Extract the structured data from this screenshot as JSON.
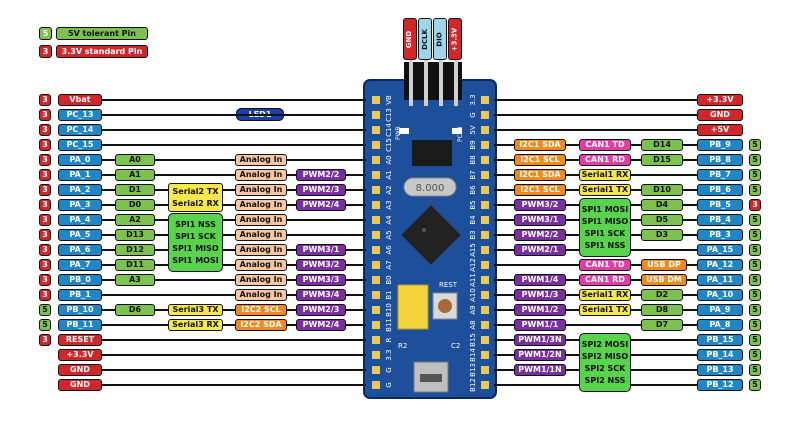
{
  "colors": {
    "red": "#d2262a",
    "blue": "#1f86c8",
    "green": "#7ec24e",
    "darkgreen": "#3c9b3c",
    "purple": "#7a2fa0",
    "peach": "#f6c7a2",
    "yellow": "#f6e84a",
    "orange": "#f08a1c",
    "magenta": "#e23ca6",
    "navy": "#1b3fa8",
    "brightgreen": "#58d34c",
    "lightblue": "#9fd4ea",
    "board": "#1d4f9a"
  },
  "legend": [
    {
      "num": "5",
      "text": "5V tolerant Pin",
      "color": "green"
    },
    {
      "num": "3",
      "text": "3.3V standard Pin",
      "color": "red"
    }
  ],
  "swd": [
    "GND",
    "DCLK",
    "DIO",
    "+3.3V"
  ],
  "led_label": "LED1",
  "left_rows": [
    {
      "v": "3",
      "pin": "Vbat",
      "pin_color": "red"
    },
    {
      "v": "3",
      "pin": "PC_13",
      "pin_color": "blue"
    },
    {
      "v": "3",
      "pin": "PC_14",
      "pin_color": "blue"
    },
    {
      "v": "3",
      "pin": "PC_15",
      "pin_color": "blue"
    },
    {
      "v": "3",
      "pin": "PA_0",
      "pin_color": "blue",
      "arduino": "A0",
      "analog": "Analog In"
    },
    {
      "v": "3",
      "pin": "PA_1",
      "pin_color": "blue",
      "arduino": "A1",
      "analog": "Analog In",
      "pwm": "PWM2/2"
    },
    {
      "v": "3",
      "pin": "PA_2",
      "pin_color": "blue",
      "arduino": "D1",
      "analog": "Analog In",
      "pwm": "PWM2/3"
    },
    {
      "v": "3",
      "pin": "PA_3",
      "pin_color": "blue",
      "arduino": "D0",
      "analog": "Analog In",
      "pwm": "PWM2/4"
    },
    {
      "v": "3",
      "pin": "PA_4",
      "pin_color": "blue",
      "arduino": "A2",
      "analog": "Analog In"
    },
    {
      "v": "3",
      "pin": "PA_5",
      "pin_color": "blue",
      "arduino": "D13",
      "analog": "Analog In"
    },
    {
      "v": "3",
      "pin": "PA_6",
      "pin_color": "blue",
      "arduino": "D12",
      "analog": "Analog In",
      "pwm": "PWM3/1"
    },
    {
      "v": "3",
      "pin": "PA_7",
      "pin_color": "blue",
      "arduino": "D11",
      "analog": "Analog In",
      "pwm": "PWM3/2"
    },
    {
      "v": "3",
      "pin": "PB_0",
      "pin_color": "blue",
      "arduino": "A3",
      "analog": "Analog In",
      "pwm": "PWM3/3"
    },
    {
      "v": "3",
      "pin": "PB_1",
      "pin_color": "blue",
      "analog": "Analog In",
      "pwm": "PWM3/4"
    },
    {
      "v": "5",
      "pin": "PB_10",
      "pin_color": "blue",
      "arduino": "D6",
      "serial": "Serial3 TX",
      "i2c": "I2C2 SCL",
      "pwm": "PWM2/3"
    },
    {
      "v": "5",
      "pin": "PB_11",
      "pin_color": "blue",
      "serial": "Serial3 RX",
      "i2c": "I2C2 SDA",
      "pwm": "PWM2/4"
    },
    {
      "v": "3",
      "pin": "RESET",
      "pin_color": "red"
    },
    {
      "pin": "+3.3V",
      "pin_color": "red"
    },
    {
      "pin": "GND",
      "pin_color": "red"
    },
    {
      "pin": "GND",
      "pin_color": "red"
    }
  ],
  "left_groups": [
    {
      "type": "serial2",
      "lines": [
        "Serial2 TX",
        "Serial2 RX"
      ]
    },
    {
      "type": "spi1",
      "lines": [
        "SPI1 NSS",
        "SPI1 SCK",
        "SPI1 MISO",
        "SPI1 MOSI"
      ]
    }
  ],
  "right_rows": [
    {
      "v": "",
      "pin": "+3.3V",
      "pin_color": "red"
    },
    {
      "v": "",
      "pin": "GND",
      "pin_color": "red"
    },
    {
      "v": "",
      "pin": "+5V",
      "pin_color": "red"
    },
    {
      "v": "5",
      "pin": "PB_9",
      "pin_color": "blue",
      "arduino": "D14",
      "can": "CAN1 TD",
      "i2c": "I2C1 SDA"
    },
    {
      "v": "5",
      "pin": "PB_8",
      "pin_color": "blue",
      "arduino": "D15",
      "can": "CAN1 RD",
      "i2c": "I2C1 SCL"
    },
    {
      "v": "5",
      "pin": "PB_7",
      "pin_color": "blue",
      "serial": "Serial1 RX",
      "i2c": "I2C1 SDA"
    },
    {
      "v": "5",
      "pin": "PB_6",
      "pin_color": "blue",
      "arduino": "D10",
      "serial": "Serial1 TX",
      "i2c": "I2C1 SCL"
    },
    {
      "v": "3",
      "pin": "PB_5",
      "pin_color": "blue",
      "arduino": "D4",
      "pwm": "PWM3/2"
    },
    {
      "v": "5",
      "pin": "PB_4",
      "pin_color": "blue",
      "arduino": "D5",
      "pwm": "PWM3/1"
    },
    {
      "v": "5",
      "pin": "PB_3",
      "pin_color": "blue",
      "arduino": "D3",
      "pwm": "PWM2/2"
    },
    {
      "v": "5",
      "pin": "PA_15",
      "pin_color": "blue",
      "pwm": "PWM2/1"
    },
    {
      "v": "5",
      "pin": "PA_12",
      "pin_color": "blue",
      "usb": "USB DP",
      "can": "CAN1 TD"
    },
    {
      "v": "5",
      "pin": "PA_11",
      "pin_color": "blue",
      "usb": "USB DM",
      "can": "CAN1 RD",
      "pwm": "PWM1/4"
    },
    {
      "v": "5",
      "pin": "PA_10",
      "pin_color": "blue",
      "arduino": "D2",
      "serial": "Serial1 RX",
      "pwm": "PWM1/3"
    },
    {
      "v": "5",
      "pin": "PA_9",
      "pin_color": "blue",
      "arduino": "D8",
      "serial": "Serial1 TX",
      "pwm": "PWM1/2"
    },
    {
      "v": "5",
      "pin": "PA_8",
      "pin_color": "blue",
      "arduino": "D7",
      "pwm": "PWM1/1"
    },
    {
      "v": "5",
      "pin": "PB_15",
      "pin_color": "blue",
      "pwm": "PWM1/3N"
    },
    {
      "v": "5",
      "pin": "PB_14",
      "pin_color": "blue",
      "pwm": "PWM1/2N"
    },
    {
      "v": "5",
      "pin": "PB_13",
      "pin_color": "blue",
      "pwm": "PWM1/1N"
    },
    {
      "v": "5",
      "pin": "PB_12",
      "pin_color": "blue"
    }
  ],
  "right_groups": [
    {
      "type": "spi1",
      "lines": [
        "SPI1 MOSI",
        "SPI1 MISO",
        "SPI1 SCK",
        "SPI1 NSS"
      ]
    },
    {
      "type": "spi2",
      "lines": [
        "SPI2 MOSI",
        "SPI2 MISO",
        "SPI2 SCK",
        "SPI2 NSS"
      ]
    }
  ],
  "board": {
    "left_pins": [
      "VB",
      "C13",
      "C14",
      "C15",
      "A0",
      "A1",
      "A2",
      "A3",
      "A4",
      "A5",
      "A6",
      "A7",
      "B0",
      "B1",
      "B10",
      "B11",
      "R",
      "3.3",
      "G",
      "G"
    ],
    "right_pins": [
      "3.3",
      "G",
      "5V",
      "B9",
      "B8",
      "B7",
      "B6",
      "B5",
      "B4",
      "B3",
      "A15",
      "A12",
      "A11",
      "A10",
      "A9",
      "A8",
      "B15",
      "B14",
      "B13",
      "B12"
    ],
    "crystal": "8.000",
    "reset_label": "REST",
    "pwr_label": "PWR",
    "pc13_label": "PC13",
    "r2_label": "R2",
    "c2_label": "C2"
  }
}
